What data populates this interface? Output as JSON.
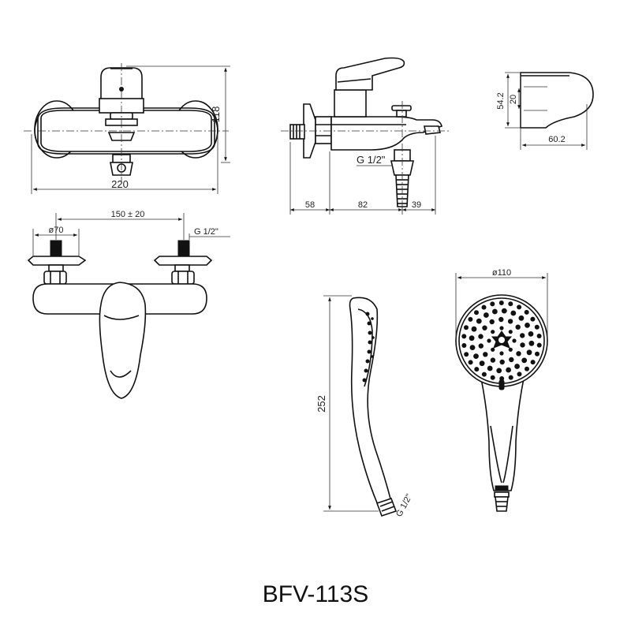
{
  "title": "BFV-113S",
  "front_view": {
    "width": "220",
    "height": "118"
  },
  "side_view": {
    "thread": "G 1/2\"",
    "dim_a": "58",
    "dim_b": "82",
    "dim_c": "39"
  },
  "spout_view": {
    "height": "54.2",
    "inner": "20",
    "depth": "60.2"
  },
  "bottom_view": {
    "diameter": "ø70",
    "spacing": "150 ± 20",
    "thread": "G 1/2\""
  },
  "handshower_side": {
    "length": "252",
    "thread": "G 1/2\""
  },
  "handshower_front": {
    "diameter": "ø110"
  }
}
